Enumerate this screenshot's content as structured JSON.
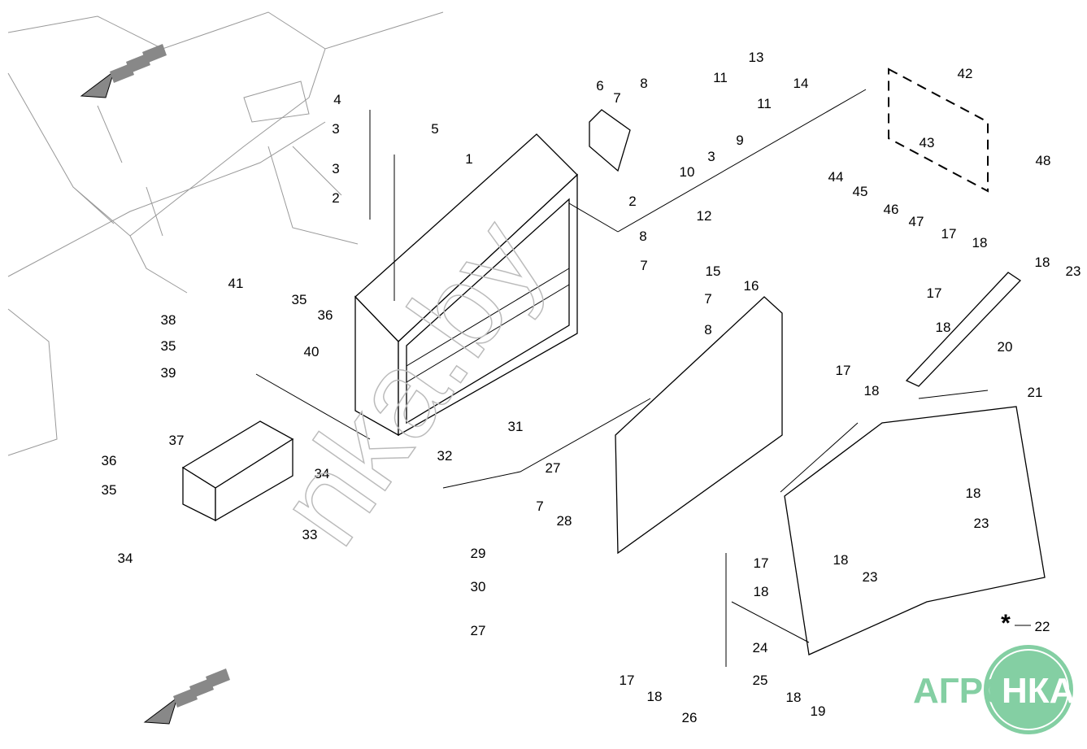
{
  "diagram": {
    "labels": [
      "4",
      "3",
      "5",
      "3",
      "2",
      "1",
      "6",
      "7",
      "8",
      "13",
      "11",
      "14",
      "11",
      "42",
      "3",
      "9",
      "10",
      "2",
      "43",
      "48",
      "44",
      "45",
      "46",
      "47",
      "8",
      "12",
      "7",
      "15",
      "16",
      "7",
      "8",
      "17",
      "18",
      "18",
      "23",
      "17",
      "18",
      "20",
      "17",
      "18",
      "21",
      "41",
      "35",
      "36",
      "40",
      "38",
      "35",
      "39",
      "31",
      "32",
      "37",
      "36",
      "35",
      "34",
      "33",
      "34",
      "27",
      "7",
      "28",
      "29",
      "30",
      "27",
      "18",
      "23",
      "18",
      "23",
      "17",
      "18",
      "24",
      "25",
      "17",
      "18",
      "26",
      "18",
      "19"
    ],
    "note_label": "22",
    "note_symbol": "*"
  },
  "watermark": "nka.by",
  "logo": {
    "left_text": "АГРО",
    "right_text": "НКА",
    "color": "#84cfa3"
  }
}
